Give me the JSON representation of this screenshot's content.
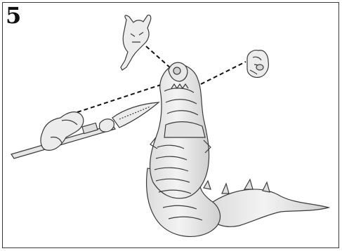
{
  "step": {
    "number": "5"
  },
  "diagram": {
    "type": "assembly-instruction",
    "parts": [
      {
        "name": "head-part",
        "icon": "horned-head"
      },
      {
        "name": "hand-part",
        "icon": "fist"
      },
      {
        "name": "weapon-arm-part",
        "icon": "arm-with-spear"
      },
      {
        "name": "serpent-body",
        "icon": "snake-torso"
      }
    ],
    "connector_style": "dashed",
    "colors": {
      "outline": "#3a3a3a",
      "model_fill": "#ededed",
      "model_shade": "#cfcfcf",
      "connector": "#111111"
    }
  }
}
